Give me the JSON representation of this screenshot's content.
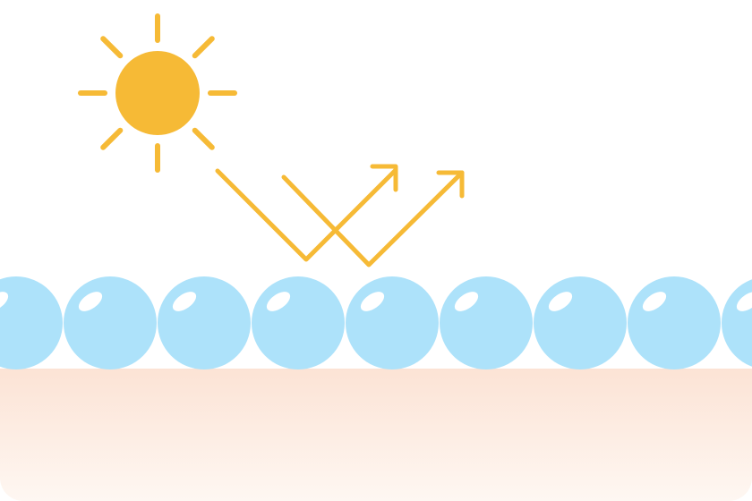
{
  "colors": {
    "background": "#ffffff",
    "sun": "#F6BA36",
    "rays": "#F6BA36",
    "reflection_arrows": "#F6BA36",
    "bead_fill": "#ADE2FA",
    "bead_highlight": "#FFFFFF",
    "skin_top": "#FCE3D5",
    "skin_bottom": "#FEF7F2"
  },
  "icons": {
    "sun": "sun-icon",
    "reflection": "reflected-light-arrows",
    "beads": "protective-layer-beads",
    "skin": "skin-layer"
  },
  "diagram": {
    "sun_ray_count": 8,
    "reflected_arrow_count": 2,
    "bead_count": 9
  }
}
